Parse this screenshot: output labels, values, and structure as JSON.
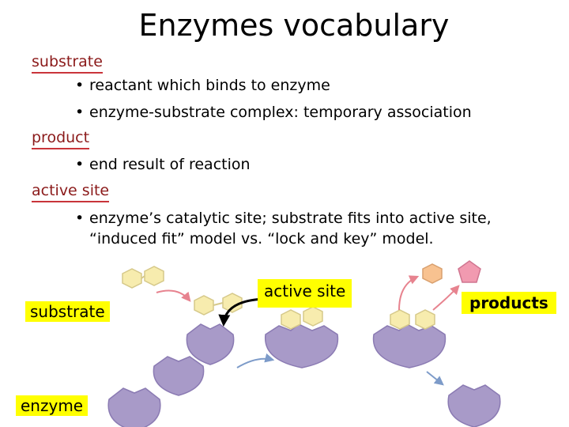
{
  "slide": {
    "title": "Enzymes vocabulary",
    "terms": [
      {
        "term": "substrate",
        "bullets": [
          "reactant which binds to enzyme",
          "enzyme-substrate complex: temporary association"
        ]
      },
      {
        "term": "product",
        "bullets": [
          "end result of reaction"
        ]
      },
      {
        "term": "active site",
        "bullets": [
          "enzyme’s catalytic site; substrate fits into active site,",
          "“induced fit” model vs. “lock and key” model."
        ]
      }
    ],
    "bullet_glyph": "•"
  },
  "diagram": {
    "labels": {
      "substrate": "substrate",
      "enzyme": "enzyme",
      "active_site": "active site",
      "products": "products"
    },
    "colors": {
      "label_highlight": "#ffff00",
      "enzyme_fill": "#a89ac8",
      "substrate_fill": "#f7ecae",
      "product_left_fill": "#f8c290",
      "product_right_fill": "#f19ab0",
      "arrow_pink": "#e7838f",
      "arrow_blue": "#7d9bc9",
      "term_text": "#8b1a1a",
      "term_underline": "#c9343a"
    }
  }
}
